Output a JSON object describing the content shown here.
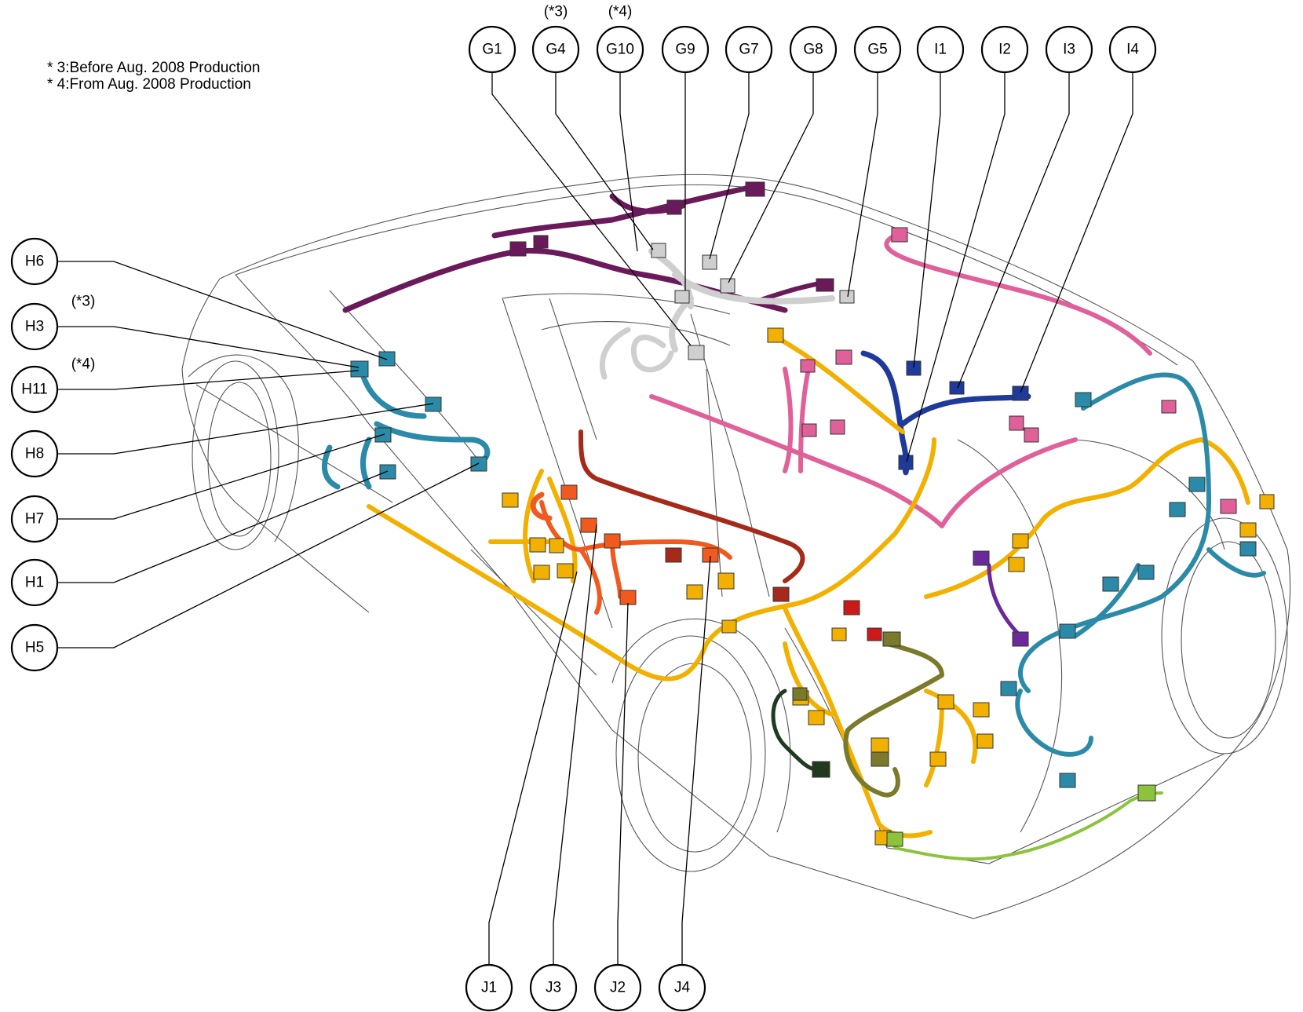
{
  "notes": [
    "* 3:Before Aug. 2008 Production",
    "* 4:From Aug. 2008 Production"
  ],
  "callouts": [
    {
      "id": "G1",
      "group": "G"
    },
    {
      "id": "G4",
      "group": "G",
      "note": "(*3)"
    },
    {
      "id": "G10",
      "group": "G",
      "note": "(*4)"
    },
    {
      "id": "G9",
      "group": "G"
    },
    {
      "id": "G7",
      "group": "G"
    },
    {
      "id": "G8",
      "group": "G"
    },
    {
      "id": "G5",
      "group": "G"
    },
    {
      "id": "I1",
      "group": "I"
    },
    {
      "id": "I2",
      "group": "I"
    },
    {
      "id": "I3",
      "group": "I"
    },
    {
      "id": "I4",
      "group": "I"
    },
    {
      "id": "H6",
      "group": "H"
    },
    {
      "id": "H3",
      "group": "H",
      "note": "(*3)"
    },
    {
      "id": "H11",
      "group": "H",
      "note": "(*4)"
    },
    {
      "id": "H8",
      "group": "H"
    },
    {
      "id": "H7",
      "group": "H"
    },
    {
      "id": "H1",
      "group": "H"
    },
    {
      "id": "H5",
      "group": "H"
    },
    {
      "id": "J1",
      "group": "J"
    },
    {
      "id": "J3",
      "group": "J"
    },
    {
      "id": "J2",
      "group": "J"
    },
    {
      "id": "J4",
      "group": "J"
    }
  ],
  "colors": {
    "roof_harness": "#6a1a5a",
    "roof_connector": "#cfcfcf",
    "pink_harness": "#e0609a",
    "blue_harness": "#1f3a9a",
    "teal_harness": "#2a8aa8",
    "orange_harness": "#f2b000",
    "red_orange_harness": "#f05a1e",
    "dark_red_harness": "#a52a1a",
    "olive_harness": "#7a7a2a",
    "lime_harness": "#8cc23c",
    "dark_green_harness": "#1f3a1f",
    "purple_harness": "#6a2a9a",
    "vehicle_outline": "#555555"
  }
}
